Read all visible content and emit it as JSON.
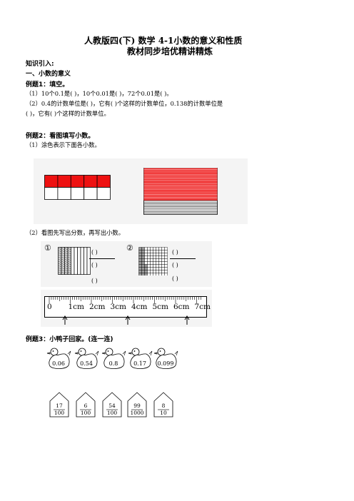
{
  "header": {
    "title_line1": "人教版四(下) 数学   4-1小数的意义和性质",
    "title_line2": "教材同步培优精讲精炼"
  },
  "intro": {
    "knowledge_label": "知识引入:",
    "section1": "一、小数的意义"
  },
  "example1": {
    "heading": "例题1：填空。",
    "q1": "（1）10个0.1是(      )，10个0.01是(      )，72个0.01是(      )。",
    "q2": "（2）0.4的计数单位是(      )，它有(      )个这样的计数单位，0.138的计数单位是",
    "q2_cont": "(           )，它有(          )个这样的计数单位。"
  },
  "example2": {
    "heading": "例题2：看图填写小数。",
    "q1": "（1）涂色表示下面各小数。",
    "q2": "（2）看图先写出分数，再写出小数。",
    "fig1_num": "①",
    "fig2_num": "②",
    "paren": "(       )",
    "strip_shaded": 5,
    "strip_total": 10,
    "lines_shaded": 7,
    "lines_total": 10,
    "ruler_labels": [
      "0",
      "1cm",
      "2cm",
      "3cm",
      "4cm",
      "5cm",
      "6cm",
      "7cm"
    ]
  },
  "example3": {
    "heading": "例题3：小鸭子回家。(连一连)",
    "ducks": [
      "0.06",
      "0.54",
      "0.8",
      "0.17",
      "0.099"
    ],
    "houses": [
      {
        "num": "17",
        "den": "100"
      },
      {
        "num": "6",
        "den": "100"
      },
      {
        "num": "54",
        "den": "100"
      },
      {
        "num": "99",
        "den": "1000"
      },
      {
        "num": "8",
        "den": "10"
      }
    ]
  },
  "colors": {
    "shade_red": "#ee1111",
    "figure_bg": "#f4f4f4"
  }
}
